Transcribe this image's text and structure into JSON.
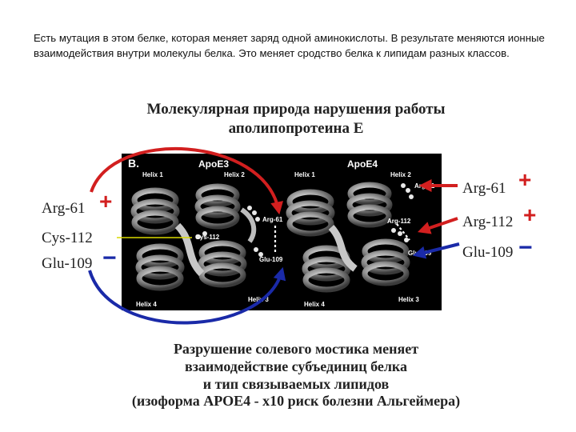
{
  "intro_text": "Есть мутация в этом белке, которая меняет заряд одной аминокислоты. В результате меняются ионные взаимодействия внутри молекулы белка. Это меняет сродство белка к липидам разных классов.",
  "figure": {
    "title_line1": "Молекулярная природа нарушения работы",
    "title_line2": "аполипопротеина Е",
    "left_labels": {
      "arg61": "Arg-61",
      "cys112": "Cys-112",
      "glu109": "Glu-109",
      "plus": "+",
      "minus": "−"
    },
    "right_labels": {
      "arg61": "Arg-61",
      "arg112": "Arg-112",
      "glu109": "Glu-109",
      "plus1": "+",
      "plus2": "+",
      "minus": "−"
    },
    "panel": {
      "letter": "B.",
      "apoe3": "ApoE3",
      "apoe4": "ApoE4",
      "helix1_left": "Helix 1",
      "helix2_left": "Helix 2",
      "helix4_left": "Helix 4",
      "helix3_left": "Helix 3",
      "helix1_right": "Helix 1",
      "helix2_right": "Helix 2",
      "helix4_right": "Helix 4",
      "helix3_right": "Helix 3",
      "arg61_left": "Arg-61",
      "cys112_left": "Cys-112",
      "glu109_left": "Glu-109",
      "arg61_right": "Arg-61",
      "arg112_right": "Arg-112",
      "glu109_right": "Glu-109"
    },
    "caption_line1": "Разрушение солевого мостика меняет",
    "caption_line2": "взаимодействие субъединиц белка",
    "caption_line3": "и тип связываемых липидов",
    "caption_line4": "(изоформа АРОЕ4 -   х10 риск  болезни Альгеймера)"
  },
  "colors": {
    "positive": "#d21f1f",
    "negative": "#1a2aa8",
    "pointer_line": "#d9d900"
  }
}
